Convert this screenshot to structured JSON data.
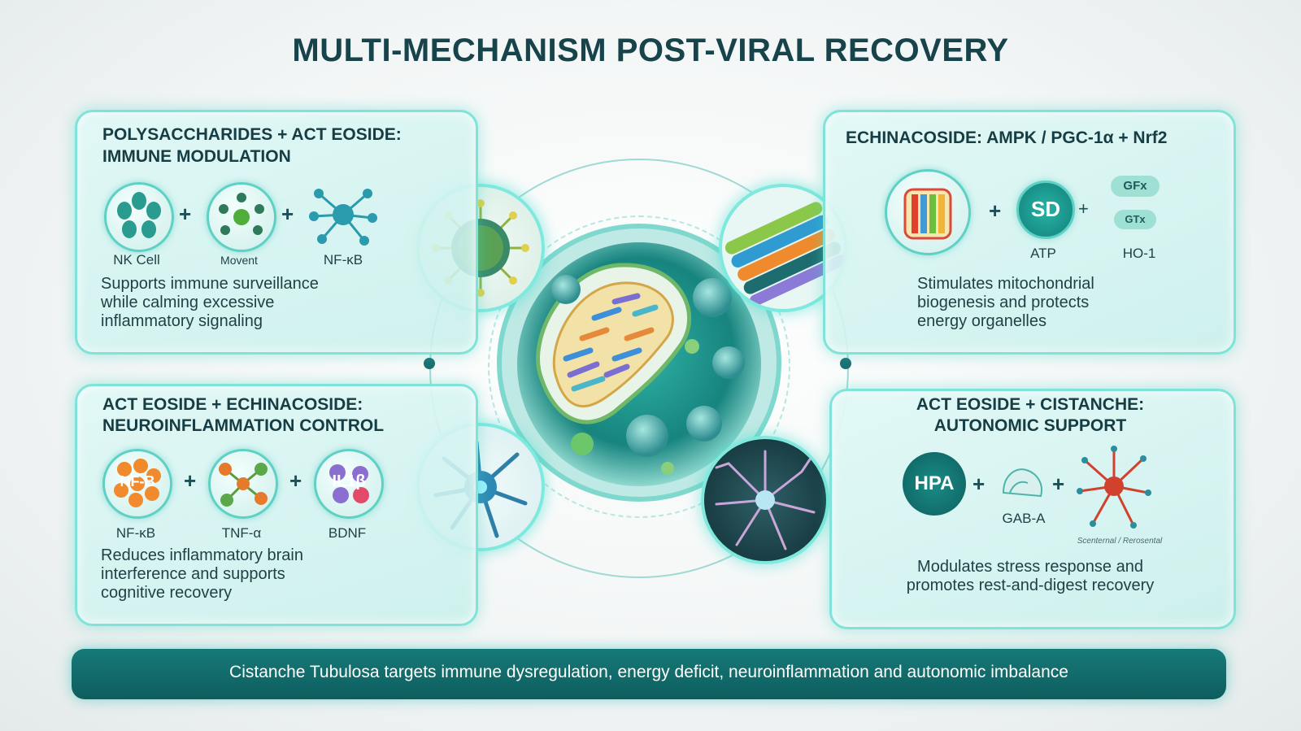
{
  "title": "MULTI-MECHANISM POST-VIRAL RECOVERY",
  "panels": {
    "top_left": {
      "title_line1": "POLYSACCHARIDES + ACT EOSIDE:",
      "title_line2": "IMMUNE MODULATION",
      "labels": [
        "NK Cell",
        "Movent",
        "NF-κB"
      ],
      "desc_lines": [
        "Supports immune surveillance",
        "while calming excessive",
        "inflammatory signaling"
      ]
    },
    "top_right": {
      "title": "ECHINACOSIDE: AMPK / PGC-1α + Nrf2",
      "badge_sd": "SD",
      "badge_gfx": "GFx",
      "badge_gtx": "GTx",
      "labels": [
        "ATP",
        "HO-1"
      ],
      "desc_lines": [
        "Stimulates mitochondrial",
        "biogenesis and protects",
        "energy organelles"
      ]
    },
    "bottom_left": {
      "title_line1": "ACT EOSIDE + ECHINACOSIDE:",
      "title_line2": "NEUROINFLAMMATION CONTROL",
      "badge_nfb": "NF-B",
      "badge_il1b": "IL1β",
      "labels": [
        "NF-κB",
        "TNF-α",
        "BDNF"
      ],
      "desc_lines": [
        "Reduces inflammatory brain",
        "interference and supports",
        "cognitive recovery"
      ]
    },
    "bottom_right": {
      "title_line1": "ACT EOSIDE + CISTANCHE:",
      "title_line2": "AUTONOMIC SUPPORT",
      "badge_hpa": "HPA",
      "labels": [
        "GAB-A"
      ],
      "tiny_label": "Scenternal / Rerosental",
      "desc_lines": [
        "Modulates stress response and",
        "promotes rest-and-digest recovery"
      ]
    }
  },
  "footer": "Cistanche Tubulosa targets immune dysregulation, energy deficit, neuroinflammation and autonomic imbalance",
  "colors": {
    "accent": "#5fd1c4",
    "title": "#17434a",
    "footer_bg": "#0e5d5e",
    "panel_border": "#7fe3d8"
  }
}
